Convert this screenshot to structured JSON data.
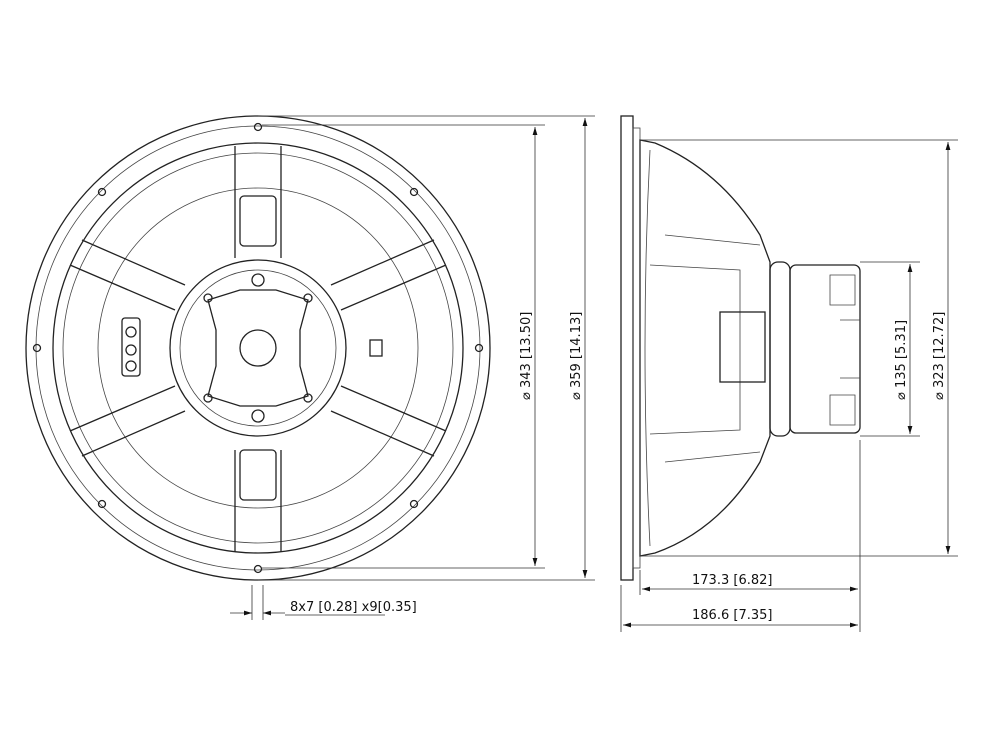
{
  "drawing": {
    "front_view": {
      "outer_diameter": {
        "mm": "359",
        "in": "14.13"
      },
      "bolt_circle_diameter": {
        "mm": "343",
        "in": "13.50"
      },
      "mounting_holes": {
        "count_size_mm": "8x7",
        "size_in": "0.28",
        "slot_prefix": "x9",
        "slot_in": "0.35"
      }
    },
    "side_view": {
      "magnet_diameter": {
        "mm": "135",
        "in": "5.31"
      },
      "baffle_cutout_diameter": {
        "mm": "323",
        "in": "12.72"
      },
      "mounting_depth": {
        "mm": "173.3",
        "in": "6.82"
      },
      "overall_depth": {
        "mm": "186.6",
        "in": "7.35"
      }
    },
    "diameter_symbol": "⌀"
  }
}
